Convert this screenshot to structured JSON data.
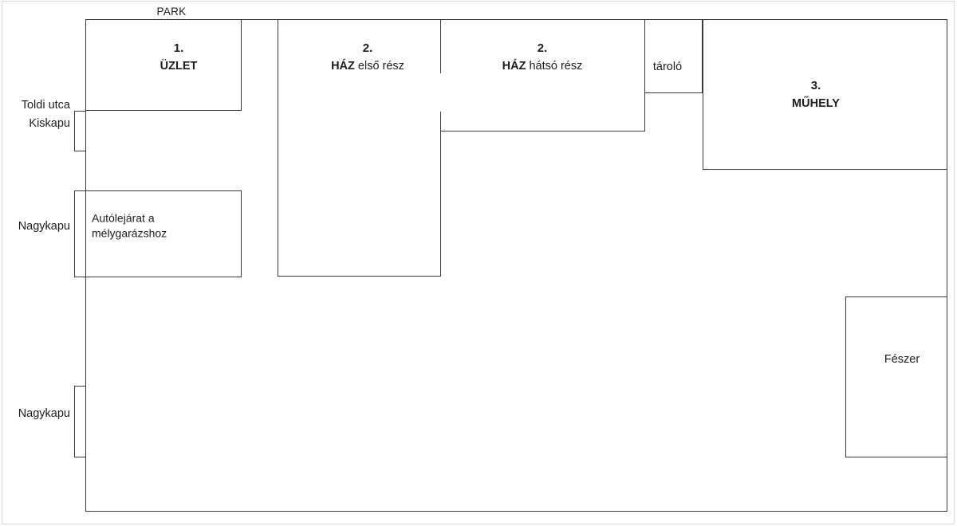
{
  "colors": {
    "background": "#ffffff",
    "wall_line": "#3a3a3a",
    "text": "#1d1d1d",
    "scan_edge": "#d8d8d8"
  },
  "surroundings": {
    "park": "PARK",
    "street": "Toldi utca"
  },
  "gates": {
    "kiskapu": "Kiskapu",
    "nagykapu_upper": "Nagykapu",
    "nagykapu_lower": "Nagykapu"
  },
  "buildings": {
    "uzlet": {
      "number": "1.",
      "name": "ÜZLET"
    },
    "haz_front": {
      "number": "2.",
      "name_bold": "HÁZ",
      "name_rest": " első rész"
    },
    "haz_back": {
      "number": "2.",
      "name_bold": "HÁZ",
      "name_rest": " hátsó rész"
    },
    "tarolo": {
      "name": "tároló"
    },
    "muhely": {
      "number": "3.",
      "name": "MŰHELY"
    },
    "feszer": {
      "name": "Fészer"
    },
    "garage_ramp": {
      "line1": "Autólejárat a",
      "line2": "mélygarázshoz"
    }
  }
}
